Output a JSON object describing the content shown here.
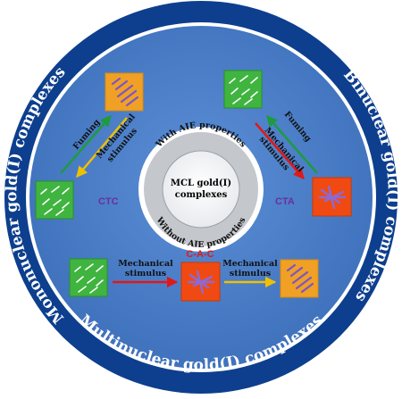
{
  "colors": {
    "outer_ring": "#0d3f8e",
    "inner_disk": "#4a7bc6",
    "white_circle": "#ffffff",
    "center_ring": "#bfc2c6",
    "green_box": "#3fb43f",
    "orange_box": "#f0a024",
    "red_box": "#f04a12",
    "arrow_green": "#1f9a40",
    "arrow_yellow": "#f0c000",
    "arrow_red": "#e01818",
    "mode_label": "#6a2fa0"
  },
  "ring": {
    "left": "Mononuclear gold(I) complexes",
    "right": "Binuclear gold(I) complexes",
    "bottom": "Multinuclear gold(I) complexes"
  },
  "center": {
    "top_arc": "With AIE properties",
    "bottom_arc": "Without AIE properties",
    "core_line1": "MCL gold(I)",
    "core_line2": "complexes"
  },
  "ctc": {
    "label": "CTC",
    "fuming": "Fuming",
    "mech_line1": "Mechanical",
    "mech_line2": "stimulus"
  },
  "cta": {
    "label": "CTA",
    "fuming": "Fuming",
    "mech_line1": "Mechanical",
    "mech_line2": "stimulus"
  },
  "cac": {
    "label": "C-A-C",
    "mech1_line1": "Mechanical",
    "mech1_line2": "stimulus",
    "mech2_line1": "Mechanical",
    "mech2_line2": "stimulus"
  },
  "icons": [
    "crystal-green-icon",
    "crystal-orange-icon",
    "crystal-red-icon"
  ]
}
